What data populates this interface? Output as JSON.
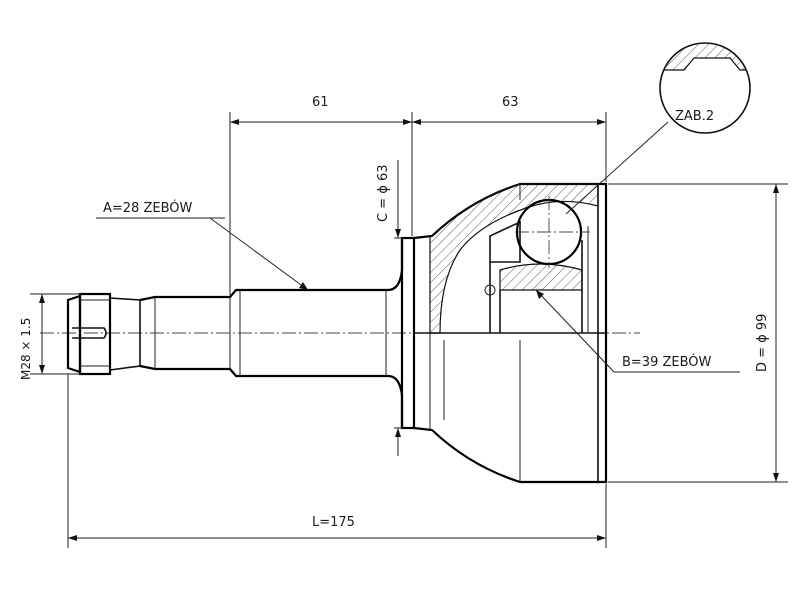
{
  "labels": {
    "dim_61": "61",
    "dim_63": "63",
    "dim_c": "C = ϕ 63",
    "dim_d": "D = ϕ 99",
    "dim_l": "L=175",
    "thread": "M28 × 1.5",
    "spline_a": "A=28 ZEBÓW",
    "spline_b": "B=39 ZEBÓW",
    "detail": "ZAB.2"
  }
}
